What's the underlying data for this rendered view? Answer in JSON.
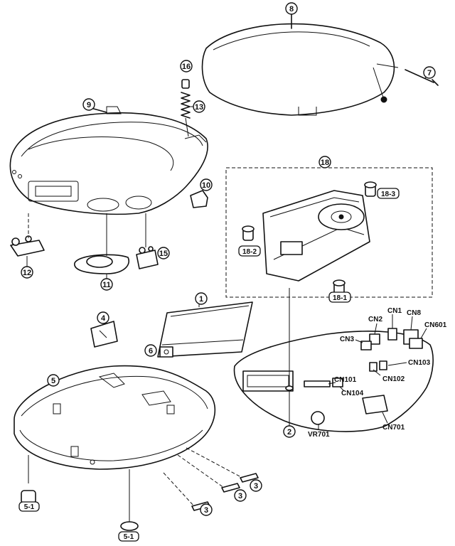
{
  "callouts": [
    "1",
    "2",
    "3",
    "3",
    "3",
    "4",
    "5",
    "6",
    "7",
    "8",
    "9",
    "10",
    "11",
    "12",
    "13",
    "15",
    "16",
    "18",
    "18-1",
    "18-2",
    "18-3",
    "5-1",
    "5-1"
  ],
  "connectors": [
    "CN1",
    "CN2",
    "CN3",
    "CN8",
    "CN601",
    "CN101",
    "CN102",
    "CN103",
    "CN104",
    "CN701",
    "VR701"
  ],
  "colors": {
    "ink": "#111111",
    "paper": "#ffffff"
  }
}
